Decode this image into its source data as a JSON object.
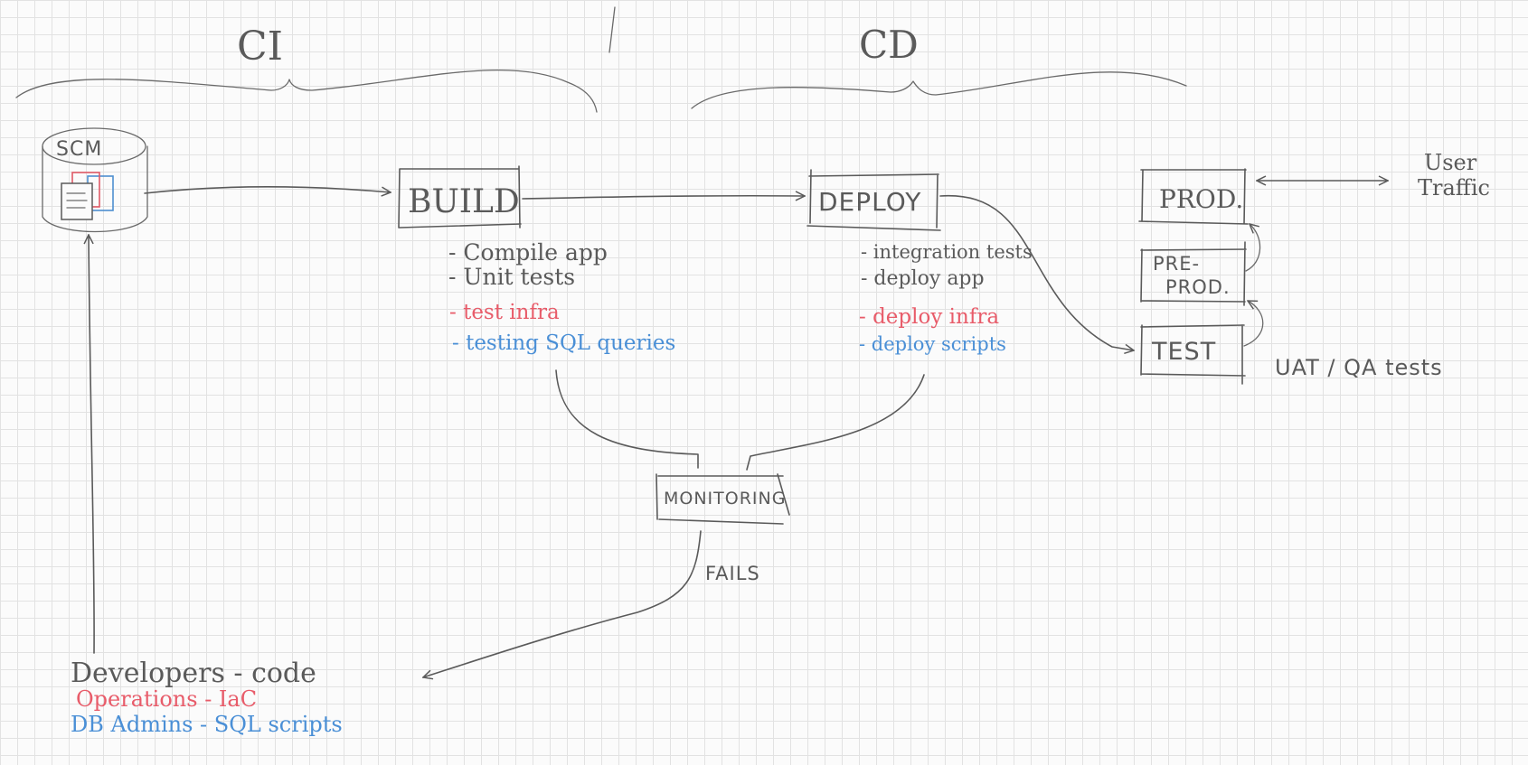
{
  "headings": {
    "ci": "CI",
    "cd": "CD"
  },
  "nodes": {
    "scm": "SCM",
    "build": "BUILD",
    "deploy": "DEPLOY",
    "prod": "PROD.",
    "preprod_line1": "PRE-",
    "preprod_line2": "PROD.",
    "test": "TEST",
    "monitoring": "MONITORING"
  },
  "build_notes": {
    "compile": "- Compile app",
    "unit": "- Unit tests",
    "infra": "- test infra",
    "sql": "- testing SQL queries"
  },
  "deploy_notes": {
    "integration": "- integration tests",
    "deploy_app": "- deploy app",
    "deploy_infra": "- deploy infra",
    "deploy_scripts": "- deploy scripts"
  },
  "user_traffic_line1": "User",
  "user_traffic_line2": "Traffic",
  "uat_label": "UAT / QA tests",
  "fails_label": "FAILS",
  "roles": {
    "developers": "Developers - code",
    "operations": "Operations - IaC",
    "dba": "DB Admins - SQL scripts"
  },
  "colors": {
    "ink": "#5a5a5a",
    "red": "#e85c6a",
    "blue": "#4a8fd6",
    "grid": "#e2e2e2"
  }
}
